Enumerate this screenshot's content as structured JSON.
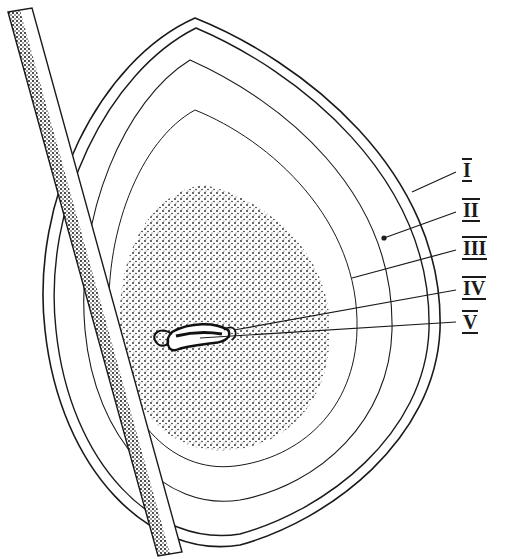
{
  "diagram": {
    "labels": [
      "I",
      "II",
      "III",
      "IV",
      "V"
    ]
  }
}
